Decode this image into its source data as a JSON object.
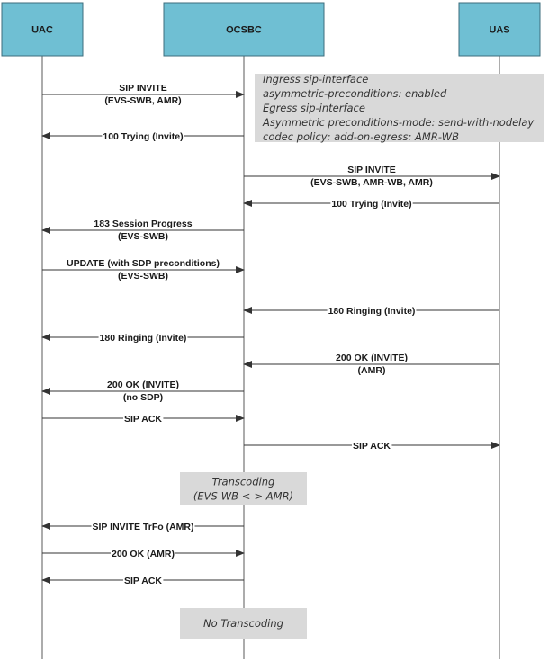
{
  "colors": {
    "participant_fill": "#6fbfd3",
    "participant_border": "#3c6e7c",
    "lifeline": "#5a5a5a",
    "arrow": "#333333",
    "note_fill": "#d9d9d9",
    "text": "#1a1a1a"
  },
  "participants": [
    {
      "id": "uac",
      "label": "UAC"
    },
    {
      "id": "ocsbc",
      "label": "OCSBC"
    },
    {
      "id": "uas",
      "label": "UAS"
    }
  ],
  "messages": [
    {
      "id": "m1",
      "from": "uac",
      "to": "ocsbc",
      "lines": [
        "SIP INVITE",
        "(EVS-SWB, AMR)"
      ]
    },
    {
      "id": "m2",
      "from": "ocsbc",
      "to": "uac",
      "lines": [
        "100 Trying (Invite)"
      ]
    },
    {
      "id": "m3",
      "from": "ocsbc",
      "to": "uas",
      "lines": [
        "SIP INVITE",
        "(EVS-SWB, AMR-WB, AMR)"
      ]
    },
    {
      "id": "m4",
      "from": "uas",
      "to": "ocsbc",
      "lines": [
        "100 Trying (Invite)"
      ]
    },
    {
      "id": "m5",
      "from": "ocsbc",
      "to": "uac",
      "lines": [
        "183 Session Progress",
        "(EVS-SWB)"
      ]
    },
    {
      "id": "m6",
      "from": "uac",
      "to": "ocsbc",
      "lines": [
        "UPDATE (with SDP preconditions)",
        "(EVS-SWB)"
      ]
    },
    {
      "id": "m7",
      "from": "uas",
      "to": "ocsbc",
      "lines": [
        "180 Ringing (Invite)"
      ]
    },
    {
      "id": "m8",
      "from": "ocsbc",
      "to": "uac",
      "lines": [
        "180 Ringing (Invite)"
      ]
    },
    {
      "id": "m9",
      "from": "uas",
      "to": "ocsbc",
      "lines": [
        "200 OK (INVITE)",
        "(AMR)"
      ]
    },
    {
      "id": "m10",
      "from": "ocsbc",
      "to": "uac",
      "lines": [
        "200 OK (INVITE)",
        "(no SDP)"
      ]
    },
    {
      "id": "m11",
      "from": "uac",
      "to": "ocsbc",
      "lines": [
        "SIP ACK"
      ]
    },
    {
      "id": "m12",
      "from": "ocsbc",
      "to": "uas",
      "lines": [
        "SIP ACK"
      ]
    },
    {
      "id": "m13",
      "from": "ocsbc",
      "to": "uac",
      "lines": [
        "SIP INVITE TrFo (AMR)"
      ]
    },
    {
      "id": "m14",
      "from": "uac",
      "to": "ocsbc",
      "lines": [
        "200 OK (AMR)"
      ]
    },
    {
      "id": "m15",
      "from": "ocsbc",
      "to": "uac",
      "lines": [
        "SIP ACK"
      ]
    }
  ],
  "notes": [
    {
      "id": "n1",
      "lines": [
        "Ingress sip-interface",
        "asymmetric-preconditions: enabled",
        "Egress sip-interface",
        "Asymmetric preconditions-mode: send-with-nodelay",
        "codec policy: add-on-egress: AMR-WB"
      ]
    },
    {
      "id": "n2",
      "lines": [
        "Transcoding",
        "(EVS-WB <-> AMR)"
      ]
    },
    {
      "id": "n3",
      "lines": [
        "No Transcoding"
      ]
    }
  ]
}
